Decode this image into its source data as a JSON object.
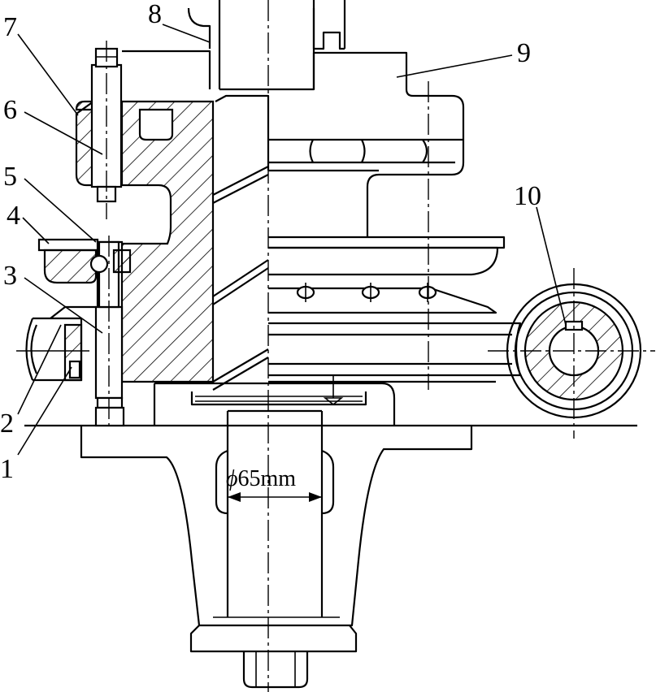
{
  "labels": [
    {
      "id": "1",
      "text": "1"
    },
    {
      "id": "2",
      "text": "2"
    },
    {
      "id": "3",
      "text": "3"
    },
    {
      "id": "4",
      "text": "4"
    },
    {
      "id": "5",
      "text": "5"
    },
    {
      "id": "6",
      "text": "6"
    },
    {
      "id": "7",
      "text": "7"
    },
    {
      "id": "8",
      "text": "8"
    },
    {
      "id": "9",
      "text": "9"
    },
    {
      "id": "10",
      "text": "10"
    }
  ],
  "dimension": {
    "symbol": "ϕ",
    "value": "65mm"
  }
}
